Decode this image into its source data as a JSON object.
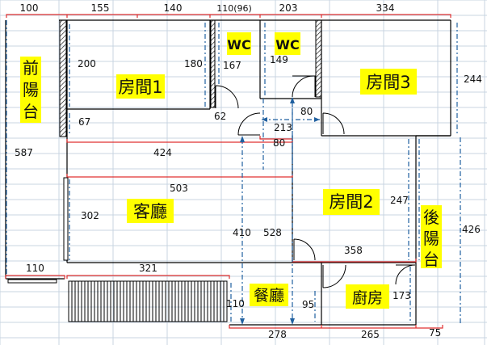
{
  "rooms": {
    "room1": "房間1",
    "room3": "房間3",
    "room2": "房間2",
    "wc": "WC",
    "living": "客廳",
    "dining": "餐廳",
    "kitchen": "廚房",
    "front_balcony": [
      "前",
      "陽",
      "台"
    ],
    "back_balcony": [
      "後",
      "陽",
      "台"
    ]
  },
  "dims": {
    "top_100": "100",
    "top_155": "155",
    "top_140": "140",
    "top_110_96": "110(96)",
    "top_203": "203",
    "top_334": "334",
    "d_200": "200",
    "d_180": "180",
    "d_167": "167",
    "d_149": "149",
    "d_244": "244",
    "d_67": "67",
    "d_62": "62",
    "d_80a": "80",
    "d_213": "213",
    "d_80b": "80",
    "d_587": "587",
    "d_424": "424",
    "d_503": "503",
    "d_302": "302",
    "d_247": "247",
    "d_426": "426",
    "d_410": "410",
    "d_528": "528",
    "d_358": "358",
    "d_110": "110",
    "d_321": "321",
    "d_110b": "110",
    "d_95": "95",
    "d_173": "173",
    "bot_278": "278",
    "bot_265": "265",
    "bot_75": "75"
  },
  "colors": {
    "room_label_bg": "#ffff00",
    "dimension_line": "#e03030",
    "dashed_line": "#2060a0",
    "wall": "#000000",
    "grid": "#c8d4e2"
  }
}
